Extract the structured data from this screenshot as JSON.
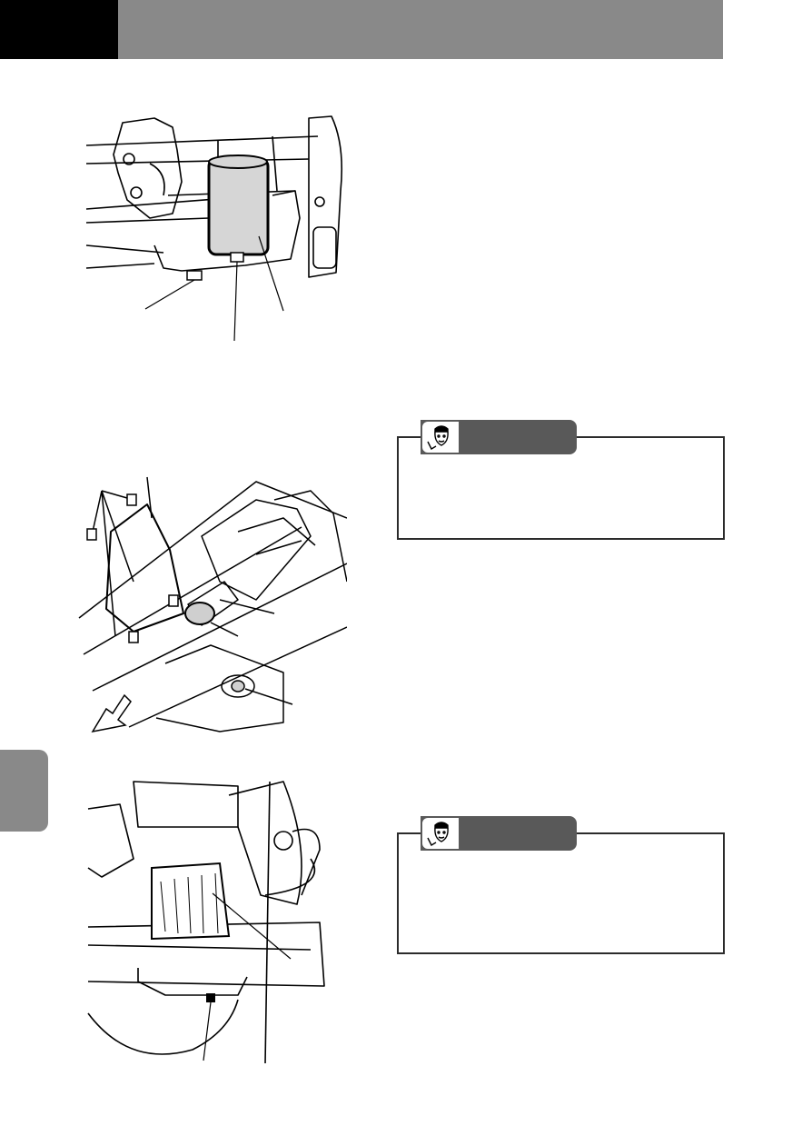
{
  "header": {
    "section_color": "#898989",
    "block_color": "#000000"
  },
  "side_tab": {
    "color": "#898989"
  },
  "figures": [
    {
      "name": "oil-filter-underside-figure"
    },
    {
      "name": "guard-removal-figure"
    },
    {
      "name": "fuel-filter-figure"
    }
  ],
  "notes": [
    {
      "label": "",
      "text": "",
      "icon": "mechanic-icon"
    },
    {
      "label": "",
      "text": "",
      "icon": "mechanic-icon"
    }
  ]
}
